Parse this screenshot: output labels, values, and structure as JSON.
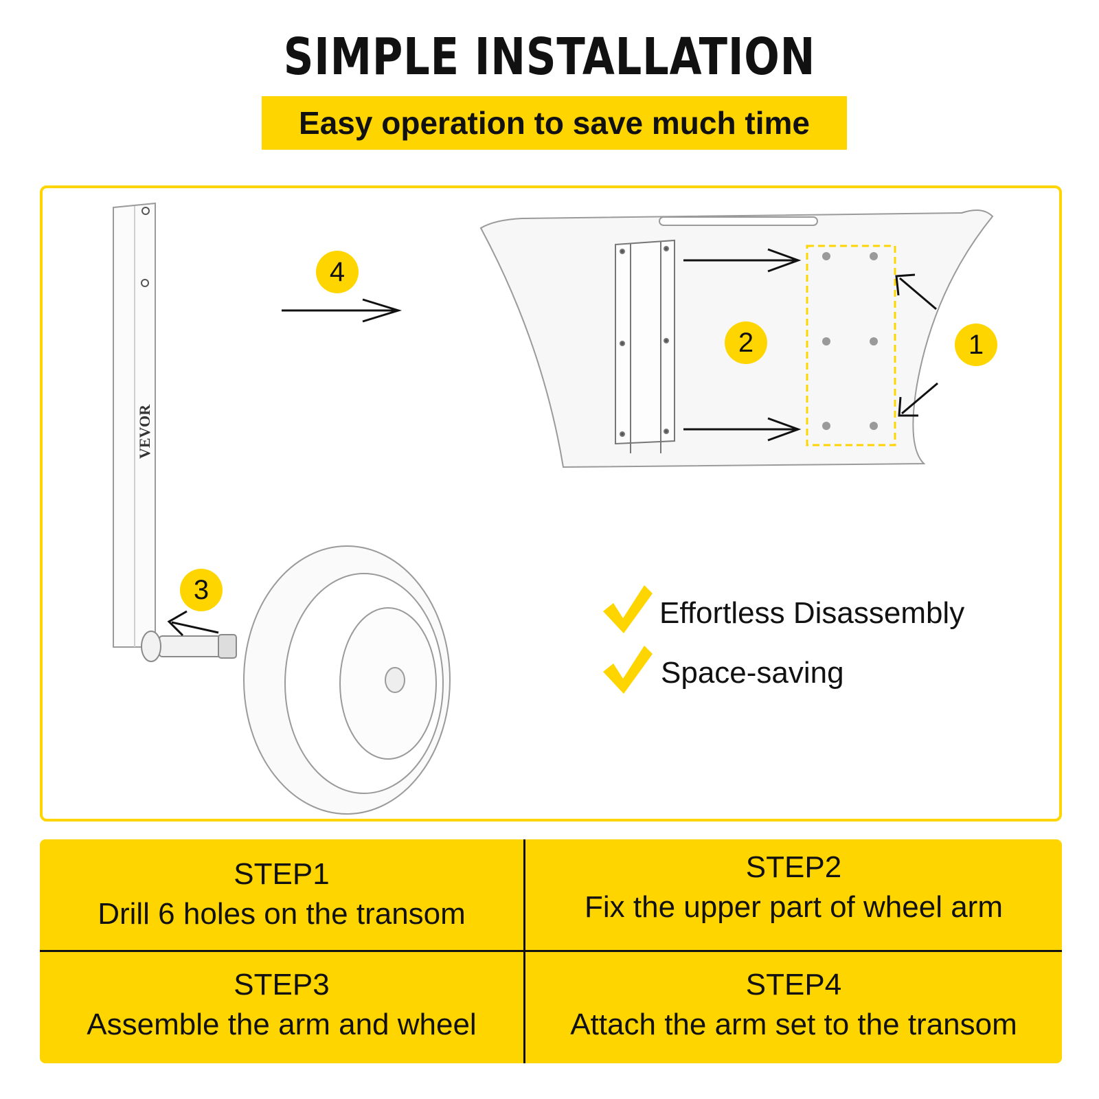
{
  "header": {
    "title": "SIMPLE INSTALLATION",
    "subtitle": "Easy operation to save much time"
  },
  "illustration": {
    "brand_on_arm": "VEVOR",
    "badges": [
      "1",
      "2",
      "3",
      "4"
    ]
  },
  "features": [
    {
      "icon": "checkmark-icon",
      "label": "Effortless Disassembly"
    },
    {
      "icon": "checkmark-icon",
      "label": "Space-saving"
    }
  ],
  "steps": [
    {
      "title": "STEP1",
      "desc": "Drill 6 holes on the transom"
    },
    {
      "title": "STEP2",
      "desc": "Fix the upper part of wheel arm"
    },
    {
      "title": "STEP3",
      "desc": "Assemble the arm and wheel"
    },
    {
      "title": "STEP4",
      "desc": "Attach the arm set to the transom"
    }
  ],
  "colors": {
    "accent": "#FFD500",
    "text": "#111111",
    "frame": "#FFD500"
  }
}
